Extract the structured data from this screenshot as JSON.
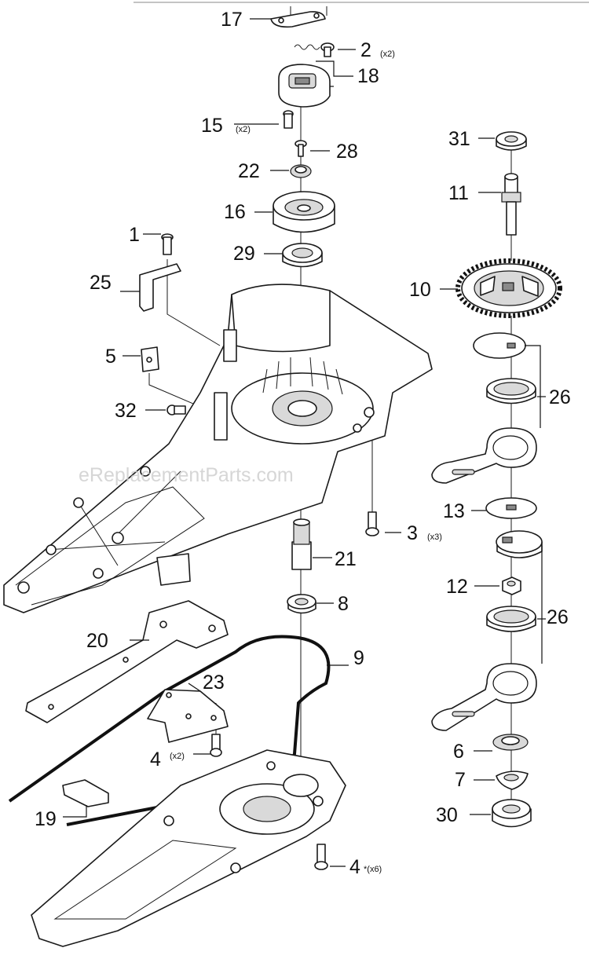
{
  "watermark": "eReplacementParts.com",
  "callouts": [
    {
      "num": "17",
      "qty": ""
    },
    {
      "num": "2",
      "qty": "(x2)"
    },
    {
      "num": "18",
      "qty": ""
    },
    {
      "num": "15",
      "qty": "(x2)"
    },
    {
      "num": "28",
      "qty": ""
    },
    {
      "num": "22",
      "qty": ""
    },
    {
      "num": "16",
      "qty": ""
    },
    {
      "num": "1",
      "qty": ""
    },
    {
      "num": "29",
      "qty": ""
    },
    {
      "num": "25",
      "qty": ""
    },
    {
      "num": "5",
      "qty": ""
    },
    {
      "num": "32",
      "qty": ""
    },
    {
      "num": "31",
      "qty": ""
    },
    {
      "num": "11",
      "qty": ""
    },
    {
      "num": "10",
      "qty": ""
    },
    {
      "num": "26",
      "qty": ""
    },
    {
      "num": "3",
      "qty": "(x3)"
    },
    {
      "num": "13",
      "qty": ""
    },
    {
      "num": "21",
      "qty": ""
    },
    {
      "num": "12",
      "qty": ""
    },
    {
      "num": "8",
      "qty": ""
    },
    {
      "num": "26",
      "qty": ""
    },
    {
      "num": "20",
      "qty": ""
    },
    {
      "num": "9",
      "qty": ""
    },
    {
      "num": "23",
      "qty": ""
    },
    {
      "num": "4",
      "qty": "(x2)"
    },
    {
      "num": "6",
      "qty": ""
    },
    {
      "num": "7",
      "qty": ""
    },
    {
      "num": "19",
      "qty": ""
    },
    {
      "num": "30",
      "qty": ""
    },
    {
      "num": "4",
      "qty": "*(x6)"
    }
  ]
}
